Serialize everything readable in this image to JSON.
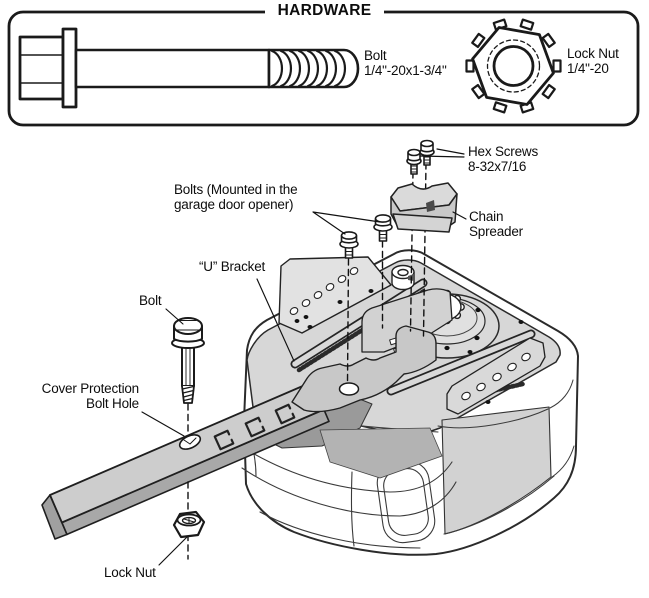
{
  "hardware_panel": {
    "title": "HARDWARE",
    "bolt_label": "Bolt",
    "bolt_spec": "1/4\"-20x1-3/4\"",
    "nut_label": "Lock Nut",
    "nut_spec": "1/4\"-20"
  },
  "diagram_labels": {
    "hex_screws_1": "Hex Screws",
    "hex_screws_2": "8-32x7/16",
    "bolts_mounted_1": "Bolts (Mounted in the",
    "bolts_mounted_2": "garage door opener)",
    "chain_spreader_1": "Chain",
    "chain_spreader_2": "Spreader",
    "u_bracket": "“U” Bracket",
    "bolt": "Bolt",
    "cover_protection_1": "Cover Protection",
    "cover_protection_2": "Bolt Hole",
    "lock_nut": "Lock Nut"
  },
  "colors": {
    "line": "#1a1a1a",
    "panel_gray": "#d7d7d7",
    "mid_gray": "#c6c6c6",
    "dark_gray": "#9a9a9a",
    "background": "#ffffff"
  }
}
